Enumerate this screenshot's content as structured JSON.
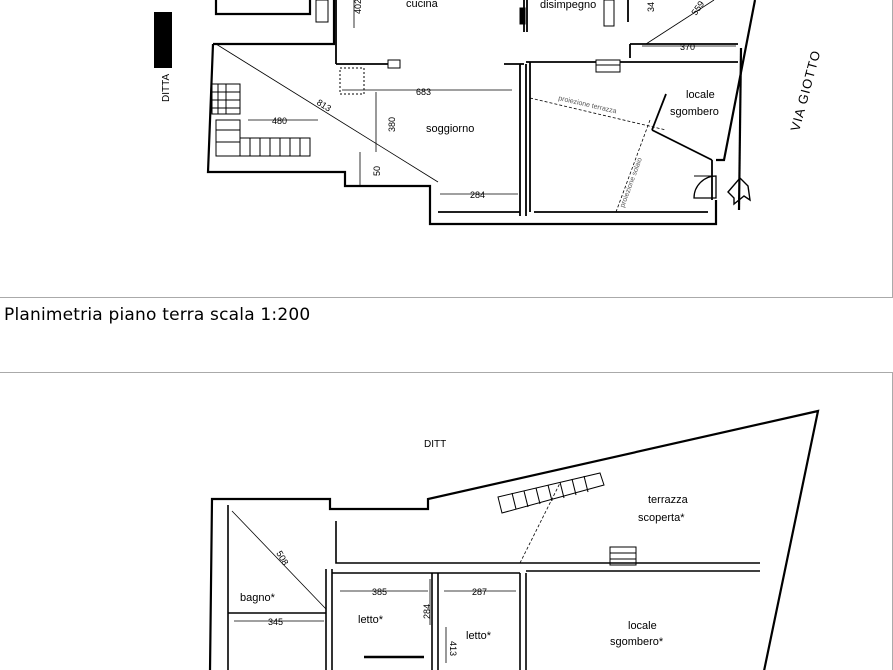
{
  "ground_floor": {
    "caption": "Planimetria piano terra scala 1:200",
    "neighbor_label": "DITTA",
    "street_label": "VIA GIOTTO",
    "rooms": {
      "cucina": "cucina",
      "disimpegno": "disimpegno",
      "soggiorno": "soggiorno",
      "locale_sgombero": [
        "locale",
        "sgombero"
      ]
    },
    "dimensions": {
      "d402": "402",
      "d34": "34",
      "d559": "559",
      "d370": "370",
      "d683": "683",
      "d813": "813",
      "d480": "480",
      "d380": "380",
      "d50": "50",
      "d284": "284"
    },
    "annotations": {
      "proiezione_terrazza": "proiezione terrazza",
      "proiezione_solaio": "proiezione solaio"
    }
  },
  "upper_floor": {
    "neighbor_label": "DITT",
    "rooms": {
      "terrazza": [
        "terrazza",
        "scoperta*"
      ],
      "bagno": "bagno*",
      "letto1": "letto*",
      "letto2": "letto*",
      "locale_sgombero": [
        "locale",
        "sgombero*"
      ]
    },
    "dimensions": {
      "d508": "508",
      "d385": "385",
      "d287": "287",
      "d345": "345",
      "d284": "284",
      "d413": "413"
    }
  },
  "colors": {
    "line": "#000000",
    "frame": "#aaaaaa",
    "faint": "#555555"
  }
}
